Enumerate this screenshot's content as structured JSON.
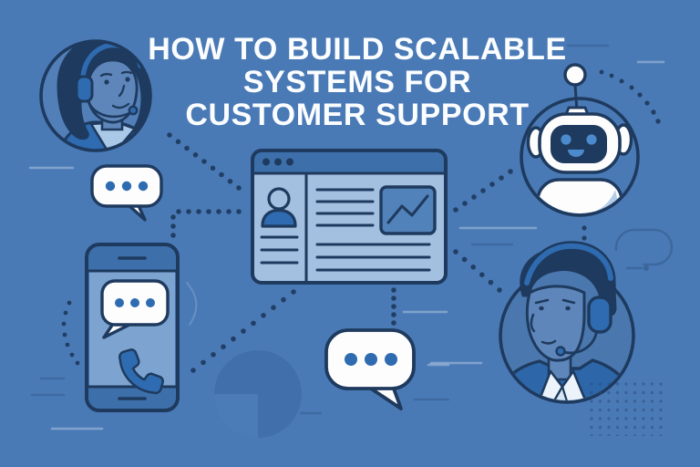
{
  "title": {
    "line1": "HOW TO BUILD SCALABLE",
    "line2": "SYSTEMS FOR",
    "line3": "CUSTOMER SUPPORT"
  },
  "palette": {
    "background": "#4a7ab6",
    "outline_navy": "#1e3a5e",
    "accent_blue": "#2f6bb0",
    "panel_light": "#a3c0e0",
    "panel_medium": "#3d70ab",
    "screen_blue": "#7da3d0",
    "white": "#fdfdfe",
    "skin_blue": "#5e86ba",
    "decoration_dark": "#3e6da9"
  },
  "icons": [
    "female-support-agent-headset-icon",
    "typing-chat-bubble-icon",
    "smartphone-with-chat-and-call-icon",
    "support-dashboard-window-icon",
    "user-profile-icon",
    "line-chart-icon",
    "chatbot-robot-icon",
    "male-support-agent-headset-icon",
    "pie-chart-decoration-icon",
    "phone-handset-icon"
  ],
  "connections": [
    {
      "from": "female-agent",
      "to": "dashboard-window",
      "style": "dotted"
    },
    {
      "from": "chat-bubble-top-left",
      "to": "dashboard-window",
      "style": "dotted"
    },
    {
      "from": "dashboard-window",
      "to": "robot",
      "style": "dotted"
    },
    {
      "from": "dashboard-window",
      "to": "male-agent",
      "style": "dotted"
    },
    {
      "from": "dashboard-window",
      "to": "chat-bubble-bottom",
      "style": "dotted"
    },
    {
      "from": "dashboard-window",
      "to": "pie-decoration",
      "style": "dotted"
    },
    {
      "from": "robot",
      "to": "male-agent",
      "style": "dotted"
    }
  ]
}
